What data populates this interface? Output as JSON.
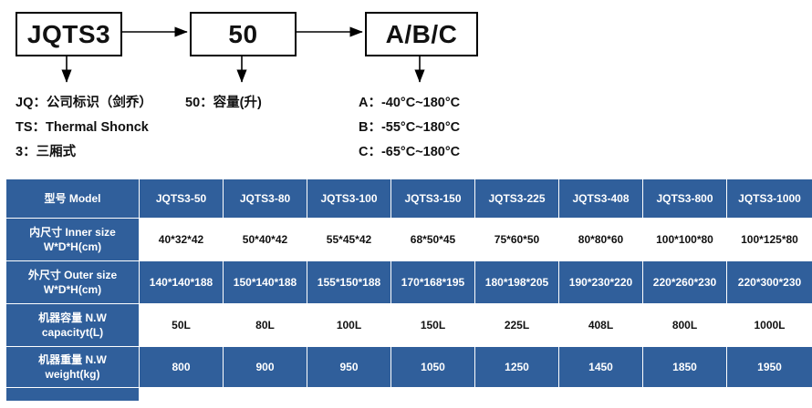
{
  "diagram": {
    "boxes": [
      {
        "name": "model-code",
        "label": "JQTS3"
      },
      {
        "name": "volume-code",
        "label": "50"
      },
      {
        "name": "temp-code",
        "label": "A/B/C"
      }
    ],
    "legend_model": [
      "JQ：公司标识（剑乔）",
      "TS：Thermal Shonck",
      "3：三厢式"
    ],
    "legend_volume": [
      "50：容量(升)"
    ],
    "legend_temp": [
      "A：-40°C~180°C",
      "B：-55°C~180°C",
      "C：-65°C~180°C"
    ]
  },
  "table": {
    "header": [
      "型号 Model",
      "JQTS3-50",
      "JQTS3-80",
      "JQTS3-100",
      "JQTS3-150",
      "JQTS3-225",
      "JQTS3-408",
      "JQTS3-800",
      "JQTS3-1000"
    ],
    "rows": [
      {
        "label_line1": "内尺寸 Inner size",
        "label_line2": "W*D*H(cm)",
        "style": "light",
        "values": [
          "40*32*42",
          "50*40*42",
          "55*45*42",
          "68*50*45",
          "75*60*50",
          "80*80*60",
          "100*100*80",
          "100*125*80"
        ]
      },
      {
        "label_line1": "外尺寸 Outer size",
        "label_line2": "W*D*H(cm)",
        "style": "blue",
        "values": [
          "140*140*188",
          "150*140*188",
          "155*150*188",
          "170*168*195",
          "180*198*205",
          "190*230*220",
          "220*260*230",
          "220*300*230"
        ]
      },
      {
        "label_line1": "机器容量 N.W",
        "label_line2": "capacityt(L)",
        "style": "light",
        "values": [
          "50L",
          "80L",
          "100L",
          "150L",
          "225L",
          "408L",
          "800L",
          "1000L"
        ]
      },
      {
        "label_line1": "机器重量 N.W",
        "label_line2": "weight(kg)",
        "style": "blue",
        "values": [
          "800",
          "900",
          "950",
          "1050",
          "1250",
          "1450",
          "1850",
          "1950"
        ]
      }
    ]
  },
  "colors": {
    "table_blue": "#305f9b",
    "table_white": "#ffffff",
    "text_dark": "#111111",
    "line_black": "#000000"
  }
}
